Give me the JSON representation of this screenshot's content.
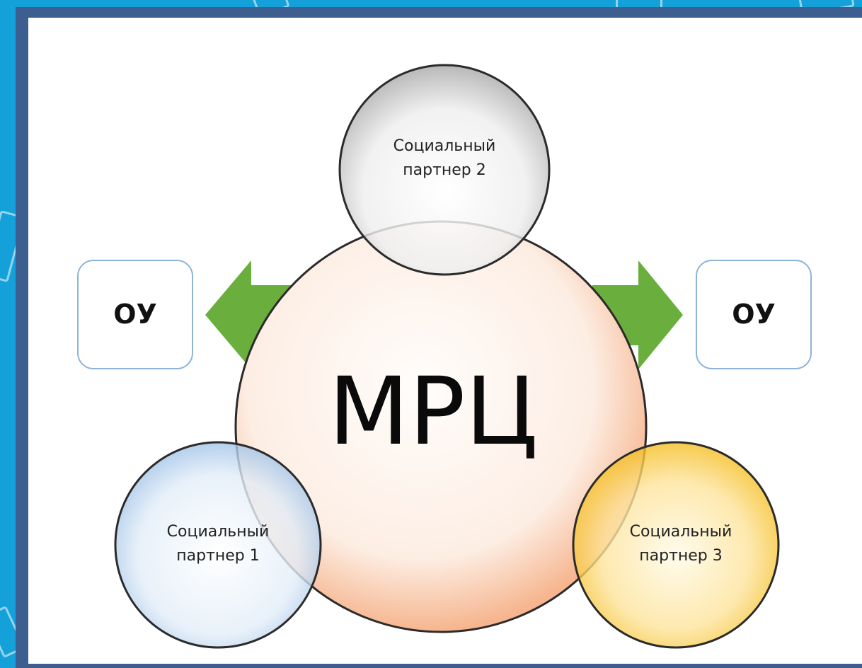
{
  "diagram": {
    "center": {
      "label": "МРЦ"
    },
    "left_box": {
      "label": "ОУ"
    },
    "right_box": {
      "label": "ОУ"
    },
    "partners": [
      {
        "line1": "Социальный",
        "line2": "партнер 2"
      },
      {
        "line1": "Социальный",
        "line2": "партнер 1"
      },
      {
        "line1": "Социальный",
        "line2": "партнер 3"
      }
    ],
    "colors": {
      "center_fill": "#fbe3d4",
      "center_stroke": "#c9845c",
      "partner_top_fill": "#d9d9d9",
      "partner_left_fill": "#b9d3ee",
      "partner_right_fill": "#f6cf4a",
      "arrow": "#6aaf3d",
      "box_stroke": "#8fb3d9",
      "frame": "#3c5f8f",
      "background": "#14a1d9"
    }
  }
}
